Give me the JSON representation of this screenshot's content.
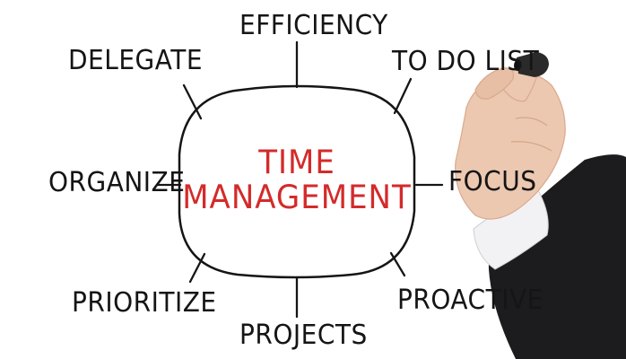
{
  "center": {
    "line1": "TIME",
    "line2": "MANAGEMENT"
  },
  "labels": {
    "efficiency": "EFFICIENCY",
    "to_do_list": "TO DO LIST",
    "focus": "FOCUS",
    "proactive": "PROACTIVE",
    "projects": "PROJECTS",
    "prioritize": "PRIORITIZE",
    "organize": "ORGANIZE",
    "delegate": "DELEGATE"
  },
  "colors": {
    "center_text": "#d42a2a",
    "label_text": "#151515",
    "outline": "#151515",
    "sleeve": "#1c1c1e",
    "skin": "#ecc8b0",
    "marker": "#2a2a2a"
  }
}
